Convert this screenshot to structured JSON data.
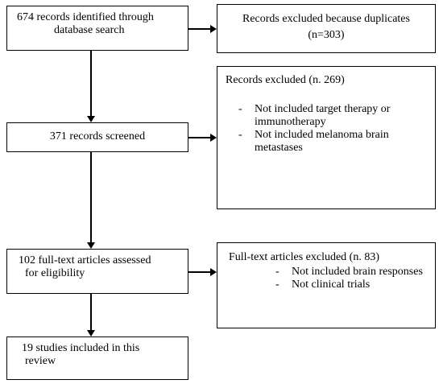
{
  "boxes": {
    "identified": {
      "lines": [
        "674 records identified through",
        "database search"
      ]
    },
    "screened": {
      "lines": [
        "371 records screened"
      ]
    },
    "assessed": {
      "lines": [
        "102 full-text articles assessed",
        "for eligibility"
      ]
    },
    "included": {
      "lines": [
        "19 studies included in this",
        "review"
      ]
    },
    "excluded_duplicates": {
      "lines": [
        "Records excluded because duplicates",
        "(n=303)"
      ]
    },
    "excluded_records": {
      "title": "Records excluded (n. 269)",
      "items": [
        [
          "Not included target therapy or",
          "immunotherapy"
        ],
        [
          "Not included melanoma brain",
          "metastases"
        ]
      ]
    },
    "excluded_fulltext": {
      "title": "Full-text articles excluded (n. 83)",
      "items": [
        [
          "Not included brain responses"
        ],
        [
          "Not clinical trials"
        ]
      ]
    }
  },
  "colors": {
    "stroke": "#000000",
    "background": "#ffffff"
  }
}
